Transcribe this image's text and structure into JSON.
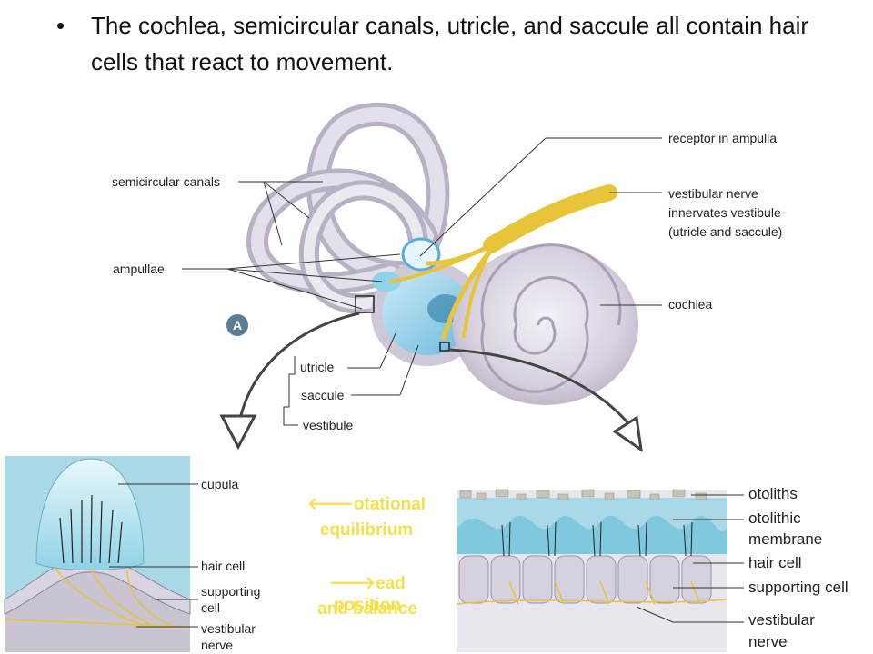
{
  "bullet": {
    "symbol": "•",
    "text": "The cochlea, semicircular canals, utricle, and saccule all contain hair cells that react to movement."
  },
  "badge": "A",
  "ear_labels": {
    "semicircular_canals": "semicircular canals",
    "ampullae": "ampullae",
    "receptor_in_ampulla": "receptor in ampulla",
    "vestibular_nerve_1": "vestibular nerve",
    "vestibular_nerve_2": "innervates vestibule",
    "vestibular_nerve_3": "(utricle and saccule)",
    "cochlea": "cochlea",
    "utricle": "utricle",
    "saccule": "saccule",
    "vestibule": "vestibule"
  },
  "ampulla_labels": {
    "cupula": "cupula",
    "hair_cell": "hair cell",
    "supporting_1": "supporting",
    "supporting_2": "cell",
    "vestibular_1": "vestibular",
    "vestibular_2": "nerve"
  },
  "macula_labels": {
    "otoliths": "otoliths",
    "otolithic_1": "otolithic",
    "otolithic_2": "membrane",
    "hair_cell": "hair cell",
    "supporting_cell": "supporting cell",
    "vestibular_1": "vestibular",
    "vestibular_2": "nerve"
  },
  "notes": {
    "rotational_1": "🡐otational",
    "rotational_2": "equilibrium",
    "head_1": "🡒ead position",
    "head_2": "and balance"
  },
  "colors": {
    "nerve": "#e8c43a",
    "bone": "#dcd6e2",
    "fluid": "#8fd3ea",
    "note_text": "#f4e04d",
    "panel_bg": "#a9d8e6"
  }
}
